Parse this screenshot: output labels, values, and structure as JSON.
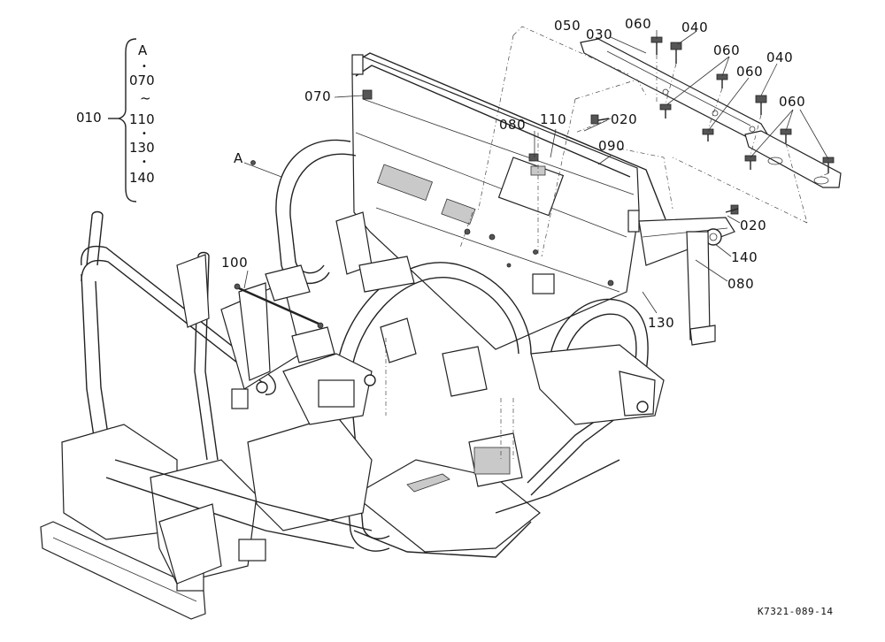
{
  "legend": {
    "group": "010",
    "items": [
      "A",
      "070",
      "~",
      "110",
      "130",
      "140"
    ]
  },
  "callouts": {
    "a": "A",
    "c050": "050",
    "c030": "030",
    "c060a": "060",
    "c040a": "040",
    "c060b": "060",
    "c060c": "060",
    "c040b": "040",
    "c060d": "060",
    "c070": "070",
    "c080a": "080",
    "c110": "110",
    "c020a": "020",
    "c090": "090",
    "c020b": "020",
    "c140": "140",
    "c080b": "080",
    "c130": "130",
    "c100": "100"
  },
  "figure_code": "K7321-089-14"
}
